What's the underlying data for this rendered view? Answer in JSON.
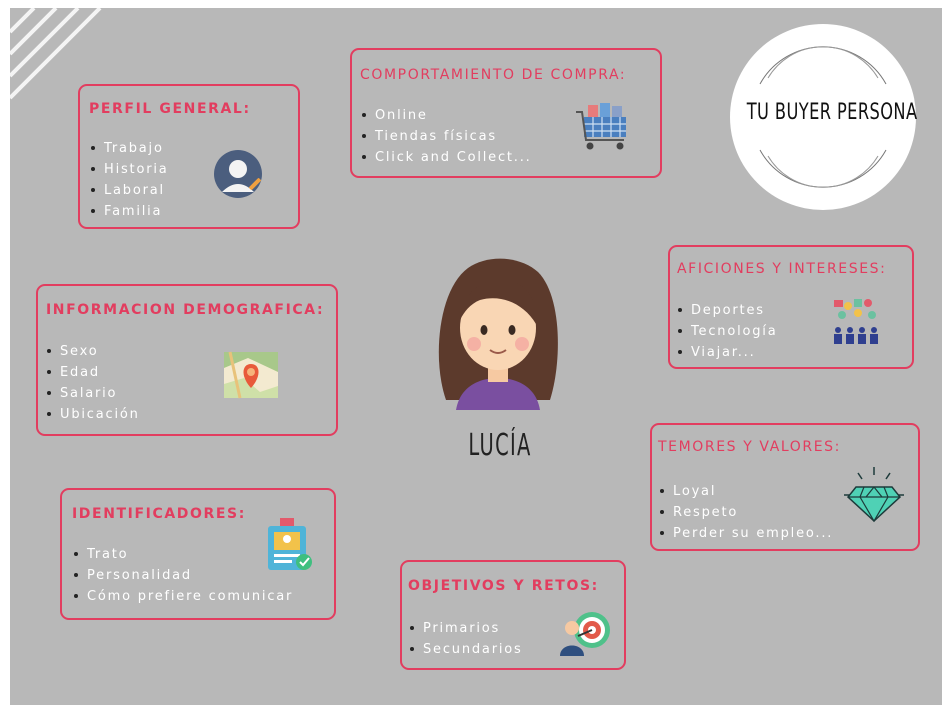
{
  "title": "TU BUYER PERSONA",
  "persona": {
    "name": "LUCÍA"
  },
  "colors": {
    "background": "#b8b8b8",
    "accent": "#e23d5f",
    "item_text": "#ffffff"
  },
  "sections": {
    "perfil_general": {
      "heading": "PERFIL GENERAL:",
      "items": [
        "Trabajo",
        "Historia",
        "Laboral",
        "Familia"
      ],
      "icon": "user-profile-icon"
    },
    "comportamiento": {
      "heading": "COMPORTAMIENTO DE COMPRA:",
      "items": [
        "Online",
        "Tiendas físicas",
        "Click and Collect..."
      ],
      "icon": "shopping-cart-icon"
    },
    "demografica": {
      "heading": "INFORMACION DEMOGRAFICA:",
      "items": [
        "Sexo",
        "Edad",
        "Salario",
        "Ubicación"
      ],
      "icon": "map-pin-icon"
    },
    "aficiones": {
      "heading": "AFICIONES Y INTERESES:",
      "items": [
        "Deportes",
        "Tecnología",
        "Viajar..."
      ],
      "icon": "audience-interests-icon"
    },
    "temores": {
      "heading": "TEMORES Y VALORES:",
      "items": [
        "Loyal",
        "Respeto",
        "Perder su empleo..."
      ],
      "icon": "diamond-icon"
    },
    "identificadores": {
      "heading": "IDENTIFICADORES:",
      "items": [
        "Trato",
        "Personalidad",
        "Cómo prefiere comunicar"
      ],
      "icon": "id-badge-icon"
    },
    "objetivos": {
      "heading": "OBJETIVOS Y RETOS:",
      "items": [
        "Primarios",
        "Secundarios"
      ],
      "icon": "target-goal-icon"
    }
  }
}
